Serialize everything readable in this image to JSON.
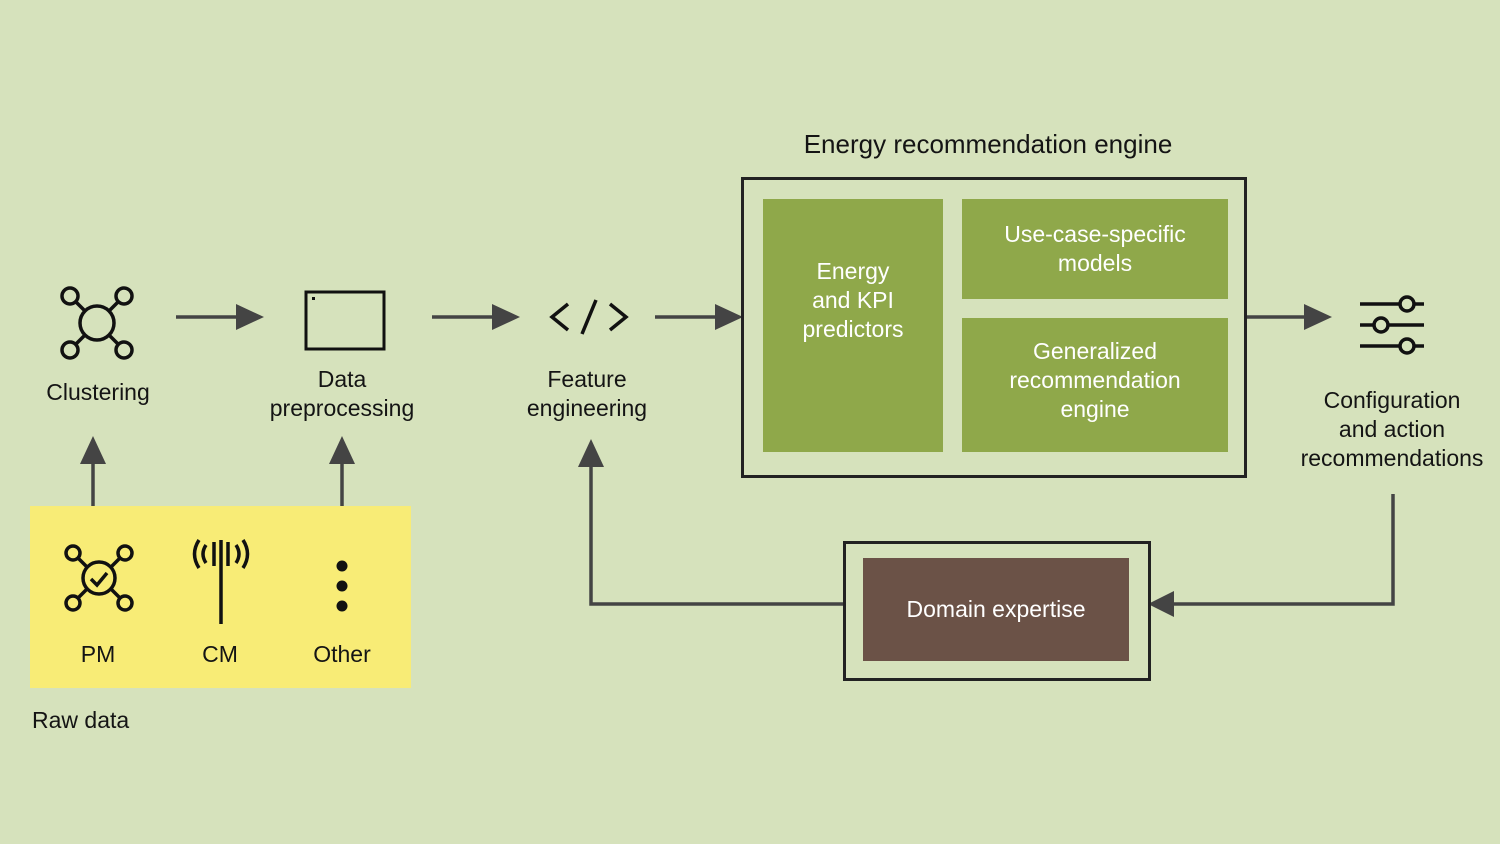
{
  "title": "Energy recommendation engine",
  "steps": {
    "clustering": "Clustering",
    "data_preprocessing": [
      "Data",
      "preprocessing"
    ],
    "feature_engineering": [
      "Feature",
      "engineering"
    ],
    "config_recommendations": [
      "Configuration",
      "and action",
      "recommendations"
    ]
  },
  "engine": {
    "predictors": [
      "Energy",
      "and KPI",
      "predictors"
    ],
    "use_case_models": [
      "Use-case-specific",
      "models"
    ],
    "generalized_engine": [
      "Generalized",
      "recommendation",
      "engine"
    ]
  },
  "domain_expertise": "Domain expertise",
  "raw_data": {
    "caption": "Raw data",
    "items": [
      "PM",
      "CM",
      "Other"
    ]
  },
  "icons": [
    "cluster-icon",
    "window-icon",
    "code-icon",
    "sliders-icon",
    "network-check-icon",
    "antenna-icon",
    "more-vertical-icon"
  ],
  "colors": {
    "background": "#d6e2bc",
    "raw_data_box": "#f8ec76",
    "engine_green": "#8fa84a",
    "domain_brown": "#6b5247",
    "arrow": "#444444"
  }
}
